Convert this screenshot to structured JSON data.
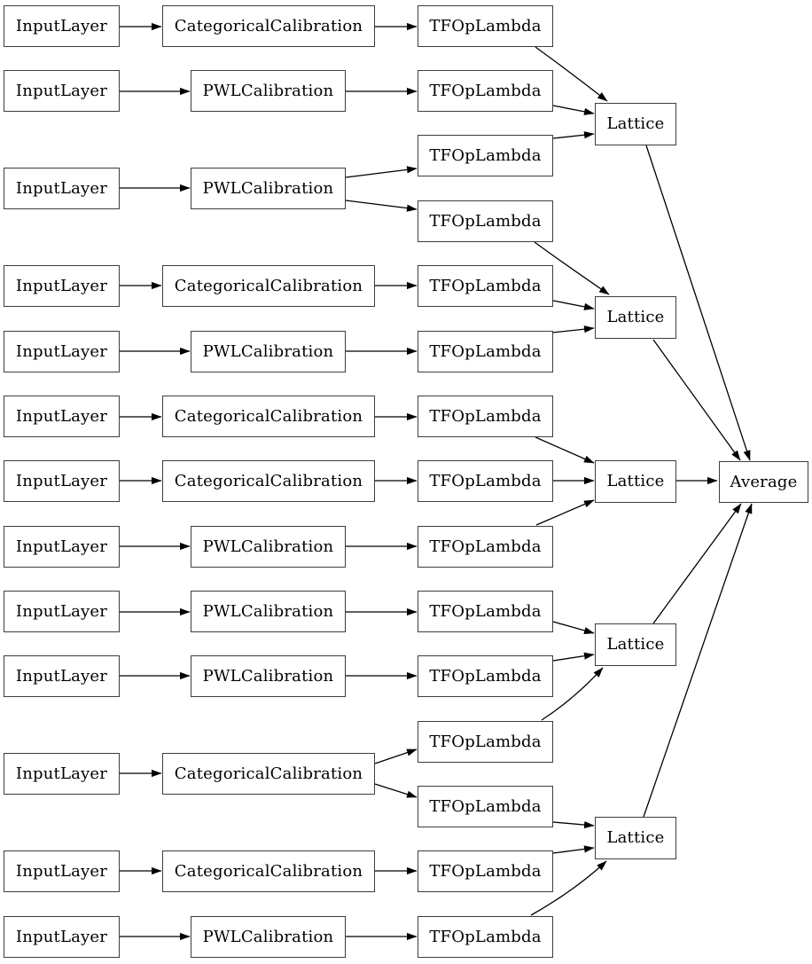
{
  "diagram": {
    "type": "neural-network-layer-graph",
    "background": "#ffffff",
    "node_fill": "#ffffff",
    "node_border_color": "#3d3d3d",
    "edge_color": "#000000",
    "labels": {
      "input_layer": "InputLayer",
      "categorical_calibration": "CategoricalCalibration",
      "pwl_calibration": "PWLCalibration",
      "tf_op_lambda": "TFOpLambda",
      "lattice": "Lattice",
      "average": "Average"
    },
    "counts": {
      "input_layer": 13,
      "categorical_calibration": 6,
      "pwl_calibration": 7,
      "tf_op_lambda": 15,
      "lattice": 5,
      "average": 1
    },
    "nodes": [
      {
        "id": "in1",
        "label_key": "input_layer"
      },
      {
        "id": "in2",
        "label_key": "input_layer"
      },
      {
        "id": "in3",
        "label_key": "input_layer"
      },
      {
        "id": "in4",
        "label_key": "input_layer"
      },
      {
        "id": "in5",
        "label_key": "input_layer"
      },
      {
        "id": "in6",
        "label_key": "input_layer"
      },
      {
        "id": "in7",
        "label_key": "input_layer"
      },
      {
        "id": "in8",
        "label_key": "input_layer"
      },
      {
        "id": "in9",
        "label_key": "input_layer"
      },
      {
        "id": "in10",
        "label_key": "input_layer"
      },
      {
        "id": "in11",
        "label_key": "input_layer"
      },
      {
        "id": "in12",
        "label_key": "input_layer"
      },
      {
        "id": "in13",
        "label_key": "input_layer"
      },
      {
        "id": "cal1",
        "label_key": "categorical_calibration"
      },
      {
        "id": "cal2",
        "label_key": "pwl_calibration"
      },
      {
        "id": "cal3",
        "label_key": "pwl_calibration"
      },
      {
        "id": "cal4",
        "label_key": "categorical_calibration"
      },
      {
        "id": "cal5",
        "label_key": "pwl_calibration"
      },
      {
        "id": "cal6",
        "label_key": "categorical_calibration"
      },
      {
        "id": "cal7",
        "label_key": "categorical_calibration"
      },
      {
        "id": "cal8",
        "label_key": "pwl_calibration"
      },
      {
        "id": "cal9",
        "label_key": "pwl_calibration"
      },
      {
        "id": "cal10",
        "label_key": "pwl_calibration"
      },
      {
        "id": "cal11",
        "label_key": "categorical_calibration"
      },
      {
        "id": "cal12",
        "label_key": "categorical_calibration"
      },
      {
        "id": "cal13",
        "label_key": "pwl_calibration"
      },
      {
        "id": "tf1",
        "label_key": "tf_op_lambda"
      },
      {
        "id": "tf2",
        "label_key": "tf_op_lambda"
      },
      {
        "id": "tf3a",
        "label_key": "tf_op_lambda"
      },
      {
        "id": "tf3b",
        "label_key": "tf_op_lambda"
      },
      {
        "id": "tf4",
        "label_key": "tf_op_lambda"
      },
      {
        "id": "tf5",
        "label_key": "tf_op_lambda"
      },
      {
        "id": "tf6",
        "label_key": "tf_op_lambda"
      },
      {
        "id": "tf7",
        "label_key": "tf_op_lambda"
      },
      {
        "id": "tf8",
        "label_key": "tf_op_lambda"
      },
      {
        "id": "tf9",
        "label_key": "tf_op_lambda"
      },
      {
        "id": "tf10",
        "label_key": "tf_op_lambda"
      },
      {
        "id": "tf11a",
        "label_key": "tf_op_lambda"
      },
      {
        "id": "tf11b",
        "label_key": "tf_op_lambda"
      },
      {
        "id": "tf12",
        "label_key": "tf_op_lambda"
      },
      {
        "id": "tf13",
        "label_key": "tf_op_lambda"
      },
      {
        "id": "lat1",
        "label_key": "lattice"
      },
      {
        "id": "lat2",
        "label_key": "lattice"
      },
      {
        "id": "lat3",
        "label_key": "lattice"
      },
      {
        "id": "lat4",
        "label_key": "lattice"
      },
      {
        "id": "lat5",
        "label_key": "lattice"
      },
      {
        "id": "avg",
        "label_key": "average"
      }
    ],
    "edges": [
      {
        "from": "in1",
        "to": "cal1"
      },
      {
        "from": "in2",
        "to": "cal2"
      },
      {
        "from": "in3",
        "to": "cal3"
      },
      {
        "from": "in4",
        "to": "cal4"
      },
      {
        "from": "in5",
        "to": "cal5"
      },
      {
        "from": "in6",
        "to": "cal6"
      },
      {
        "from": "in7",
        "to": "cal7"
      },
      {
        "from": "in8",
        "to": "cal8"
      },
      {
        "from": "in9",
        "to": "cal9"
      },
      {
        "from": "in10",
        "to": "cal10"
      },
      {
        "from": "in11",
        "to": "cal11"
      },
      {
        "from": "in12",
        "to": "cal12"
      },
      {
        "from": "in13",
        "to": "cal13"
      },
      {
        "from": "cal1",
        "to": "tf1"
      },
      {
        "from": "cal2",
        "to": "tf2"
      },
      {
        "from": "cal3",
        "to": "tf3a"
      },
      {
        "from": "cal3",
        "to": "tf3b"
      },
      {
        "from": "cal4",
        "to": "tf4"
      },
      {
        "from": "cal5",
        "to": "tf5"
      },
      {
        "from": "cal6",
        "to": "tf6"
      },
      {
        "from": "cal7",
        "to": "tf7"
      },
      {
        "from": "cal8",
        "to": "tf8"
      },
      {
        "from": "cal9",
        "to": "tf9"
      },
      {
        "from": "cal10",
        "to": "tf10"
      },
      {
        "from": "cal11",
        "to": "tf11a"
      },
      {
        "from": "cal11",
        "to": "tf11b"
      },
      {
        "from": "cal12",
        "to": "tf12"
      },
      {
        "from": "cal13",
        "to": "tf13"
      },
      {
        "from": "tf1",
        "to": "lat1"
      },
      {
        "from": "tf2",
        "to": "lat1"
      },
      {
        "from": "tf3a",
        "to": "lat1"
      },
      {
        "from": "tf3b",
        "to": "lat2"
      },
      {
        "from": "tf4",
        "to": "lat2"
      },
      {
        "from": "tf5",
        "to": "lat2"
      },
      {
        "from": "tf6",
        "to": "lat3"
      },
      {
        "from": "tf7",
        "to": "lat3"
      },
      {
        "from": "tf8",
        "to": "lat3"
      },
      {
        "from": "tf9",
        "to": "lat4"
      },
      {
        "from": "tf10",
        "to": "lat4"
      },
      {
        "from": "tf11a",
        "to": "lat4"
      },
      {
        "from": "tf11b",
        "to": "lat5"
      },
      {
        "from": "tf12",
        "to": "lat5"
      },
      {
        "from": "tf13",
        "to": "lat5"
      },
      {
        "from": "lat1",
        "to": "avg"
      },
      {
        "from": "lat2",
        "to": "avg"
      },
      {
        "from": "lat3",
        "to": "avg"
      },
      {
        "from": "lat4",
        "to": "avg"
      },
      {
        "from": "lat5",
        "to": "avg"
      }
    ]
  }
}
